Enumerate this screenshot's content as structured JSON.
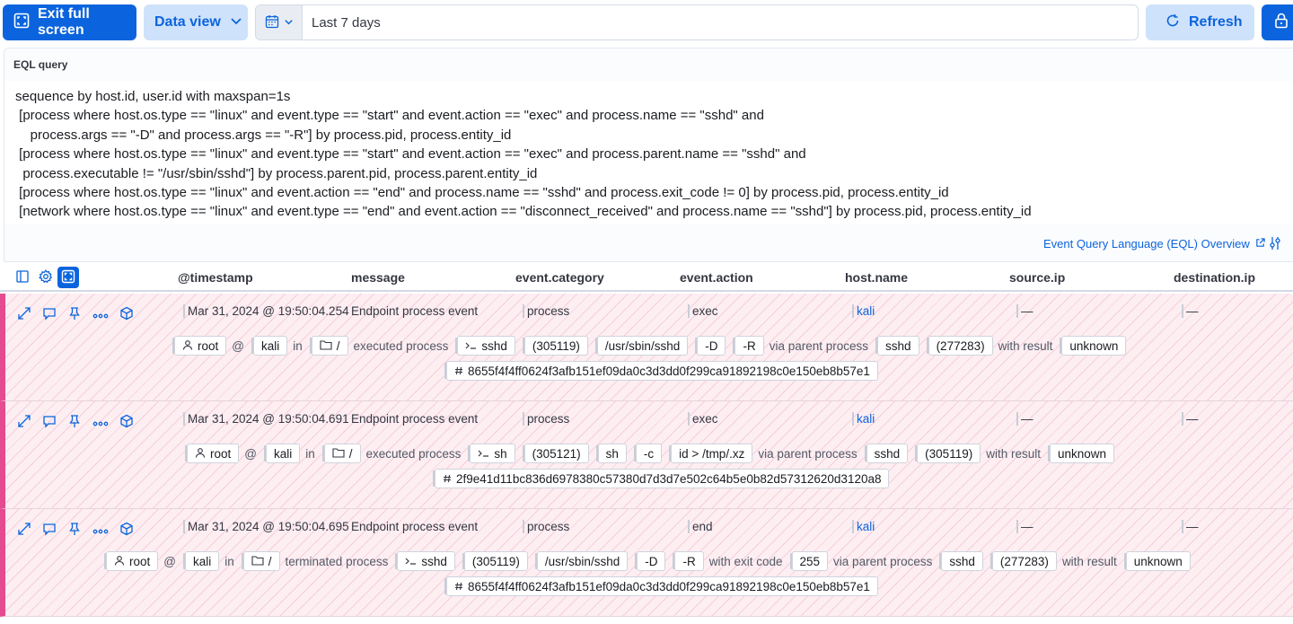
{
  "toolbar": {
    "exit_fullscreen": "Exit full screen",
    "data_view": "Data view",
    "date_range": "Last 7 days",
    "refresh": "Refresh"
  },
  "eql": {
    "label": "EQL query",
    "lines": [
      "sequence by host.id, user.id with maxspan=1s",
      " [process where host.os.type == \"linux\" and event.type == \"start\" and event.action == \"exec\" and process.name == \"sshd\" and",
      "    process.args == \"-D\" and process.args == \"-R\"] by process.pid, process.entity_id",
      " [process where host.os.type == \"linux\" and event.type == \"start\" and event.action == \"exec\" and process.parent.name == \"sshd\" and",
      "  process.executable != \"/usr/sbin/sshd\"] by process.parent.pid, process.parent.entity_id",
      " [process where host.os.type == \"linux\" and event.action == \"end\" and process.name == \"sshd\" and process.exit_code != 0] by process.pid, process.entity_id",
      " [network where host.os.type == \"linux\" and event.type == \"end\" and event.action == \"disconnect_received\" and process.name == \"sshd\"] by process.pid, process.entity_id"
    ],
    "overview_link": "Event Query Language (EQL) Overview"
  },
  "columns": {
    "timestamp": "@timestamp",
    "message": "message",
    "category": "event.category",
    "action": "event.action",
    "host": "host.name",
    "source": "source.ip",
    "destination": "destination.ip"
  },
  "rows": [
    {
      "timestamp": "Mar 31, 2024 @ 19:50:04.254",
      "message": "Endpoint process event",
      "category": "process",
      "action": "exec",
      "host": "kali",
      "source": "—",
      "destination": "—",
      "user": "root",
      "at": "@",
      "host_chip": "kali",
      "in": "in",
      "dir": "/",
      "verb": "executed process",
      "process": "sshd",
      "pid": "(305119)",
      "args": [
        "/usr/sbin/sshd",
        "-D",
        "-R"
      ],
      "exit_label": "",
      "exit_code": "",
      "via": "via parent process",
      "parent": "sshd",
      "ppid": "(277283)",
      "with_result": "with result",
      "result": "unknown",
      "hash": "8655f4f4ff0624f3afb151ef09da0c3d3dd0f299ca91892198c0e150eb8b57e1"
    },
    {
      "timestamp": "Mar 31, 2024 @ 19:50:04.691",
      "message": "Endpoint process event",
      "category": "process",
      "action": "exec",
      "host": "kali",
      "source": "—",
      "destination": "—",
      "user": "root",
      "at": "@",
      "host_chip": "kali",
      "in": "in",
      "dir": "/",
      "verb": "executed process",
      "process": "sh",
      "pid": "(305121)",
      "args": [
        "sh",
        "-c",
        "id > /tmp/.xz"
      ],
      "exit_label": "",
      "exit_code": "",
      "via": "via parent process",
      "parent": "sshd",
      "ppid": "(305119)",
      "with_result": "with result",
      "result": "unknown",
      "hash": "2f9e41d11bc836d6978380c57380d7d3d7e502c64b5e0b82d57312620d3120a8"
    },
    {
      "timestamp": "Mar 31, 2024 @ 19:50:04.695",
      "message": "Endpoint process event",
      "category": "process",
      "action": "end",
      "host": "kali",
      "source": "—",
      "destination": "—",
      "user": "root",
      "at": "@",
      "host_chip": "kali",
      "in": "in",
      "dir": "/",
      "verb": "terminated process",
      "process": "sshd",
      "pid": "(305119)",
      "args": [
        "/usr/sbin/sshd",
        "-D",
        "-R"
      ],
      "exit_label": "with exit code",
      "exit_code": "255",
      "via": "via parent process",
      "parent": "sshd",
      "ppid": "(277283)",
      "with_result": "with result",
      "result": "unknown",
      "hash": "8655f4f4ff0624f3afb151ef09da0c3d3dd0f299ca91892198c0e150eb8b57e1"
    }
  ],
  "colors": {
    "primary": "#0b64dd",
    "primary_light": "#cfe2fb",
    "alert_row": "#e44c8f"
  }
}
